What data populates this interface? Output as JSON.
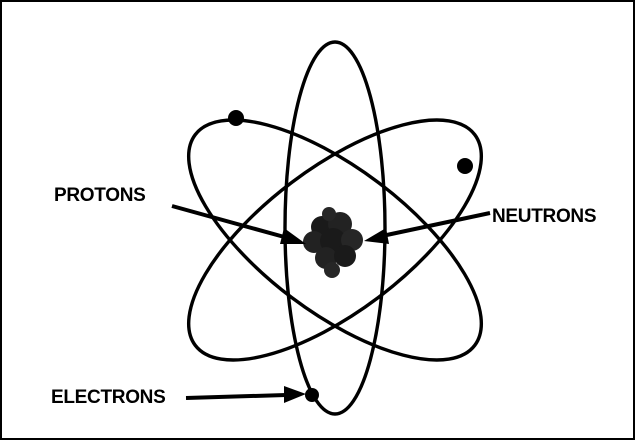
{
  "diagram": {
    "labels": {
      "protons": "PROTONS",
      "neutrons": "NEUTRONS",
      "electrons": "ELECTRONS"
    },
    "colors": {
      "ink": "#000000",
      "nucleus": "#1a1a1a",
      "background": "#ffffff"
    }
  }
}
